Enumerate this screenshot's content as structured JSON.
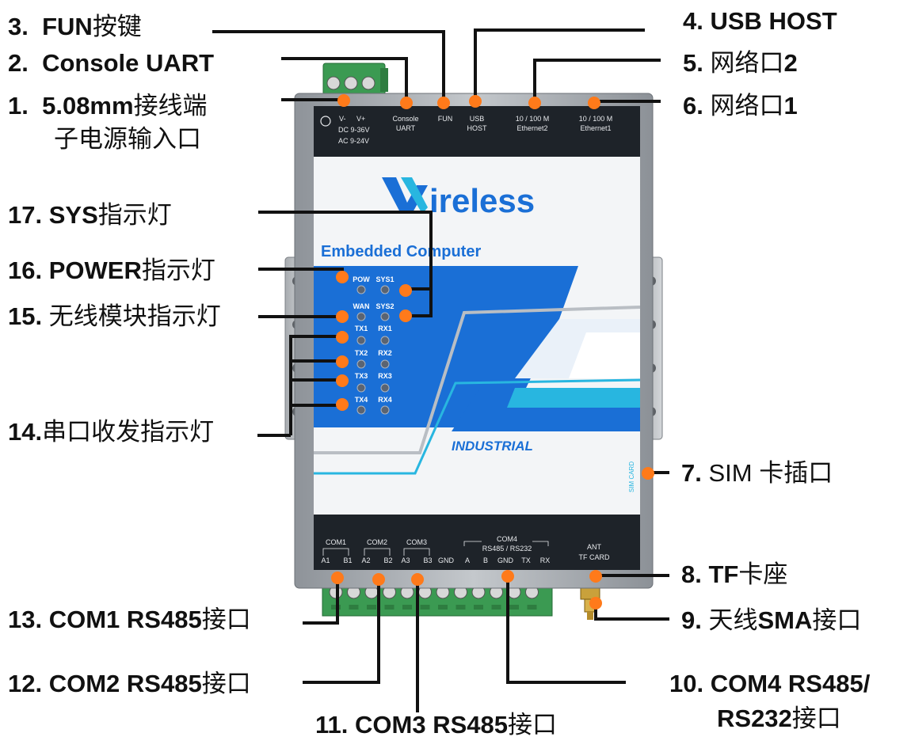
{
  "device": {
    "top_panel": {
      "power_l1": "V-",
      "power_l2": "V+",
      "power_l3": "DC 9-36V",
      "power_l4": "AC 9-24V",
      "console_l1": "Console",
      "console_l2": "UART",
      "fun": "FUN",
      "usb_l1": "USB",
      "usb_l2": "HOST",
      "eth2_l1": "10 / 100 M",
      "eth2_l2": "Ethernet2",
      "eth1_l1": "10 / 100 M",
      "eth1_l2": "Ethernet1"
    },
    "logo_main": "ireless",
    "subtitle": "Embedded Computer",
    "industrial": "INDUSTRIAL",
    "sim_card": "SIM CARD",
    "leds": {
      "pow": "POW",
      "sys1": "SYS1",
      "wan": "WAN",
      "sys2": "SYS2",
      "tx1": "TX1",
      "rx1": "RX1",
      "tx2": "TX2",
      "rx2": "RX2",
      "tx3": "TX3",
      "rx3": "RX3",
      "tx4": "TX4",
      "rx4": "RX4"
    },
    "bottom_panel": {
      "com1": "COM1",
      "com2": "COM2",
      "com3": "COM3",
      "com4": "COM4",
      "rs485_232": "RS485 / RS232",
      "a1": "A1",
      "b1": "B1",
      "a2": "A2",
      "b2": "B2",
      "a3": "A3",
      "b3": "B3",
      "gnd": "GND",
      "a": "A",
      "b": "B",
      "gnd2": "GND",
      "tx": "TX",
      "rx": "RX",
      "ant": "ANT",
      "tf": "TF CARD"
    }
  },
  "callouts": {
    "c1": {
      "num": "1.",
      "bold": "5.08mm",
      "text": "接线端",
      "line2": "子电源输入口"
    },
    "c2": {
      "num": "2.",
      "bold": "Console UART",
      "text": ""
    },
    "c3": {
      "num": "3.",
      "bold": "FUN",
      "text": "按键"
    },
    "c4": {
      "num": "4.",
      "bold": "USB HOST",
      "text": ""
    },
    "c5": {
      "num": "5.",
      "text": "网络口",
      "bold": "2"
    },
    "c6": {
      "num": "6.",
      "text": "网络口",
      "bold": "1"
    },
    "c7": {
      "num": "7.",
      "text": "SIM 卡插口"
    },
    "c8": {
      "num": "8.",
      "bold": "TF",
      "text": "卡座"
    },
    "c9": {
      "num": "9.",
      "text": "天线",
      "bold": "SMA",
      "text2": "接口"
    },
    "c10": {
      "num": "10.",
      "bold": "COM4 RS485/",
      "line2_bold": "RS232",
      "line2_text": "接口"
    },
    "c11": {
      "num": "11.",
      "bold": "COM3 RS485",
      "text": "接口"
    },
    "c12": {
      "num": "12.",
      "bold": "COM2 RS485",
      "text": "接口"
    },
    "c13": {
      "num": "13.",
      "bold": "COM1 RS485",
      "text": "接口"
    },
    "c14": {
      "num": "14.",
      "text": "串口收发指示灯"
    },
    "c15": {
      "num": "15.",
      "text": "无线模块指示灯"
    },
    "c16": {
      "num": "16.",
      "bold": "POWER",
      "text": "指示灯"
    },
    "c17": {
      "num": "17.",
      "bold": "SYS",
      "text": "指示灯"
    }
  },
  "colors": {
    "marker": "#ff7a1a",
    "blue": "#1a6fd6",
    "cyan": "#28b6e0",
    "dark_panel": "#1e2329",
    "chassis": "#9ea3a8"
  }
}
